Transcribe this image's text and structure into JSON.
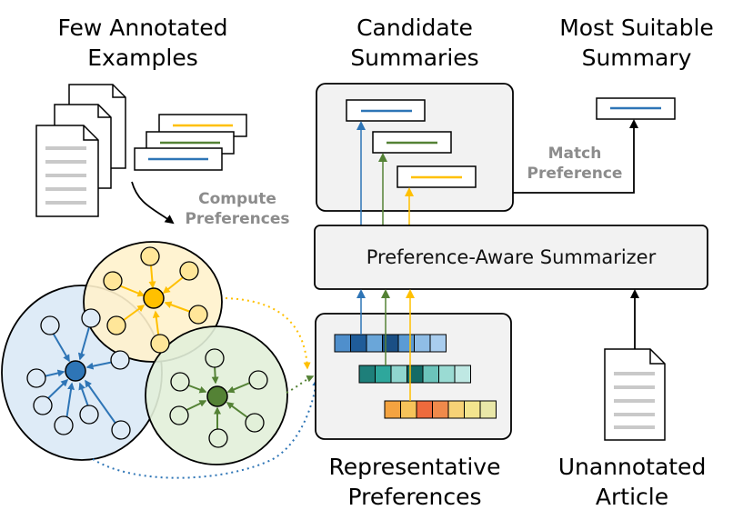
{
  "labels": {
    "few_annotated_1": "Few Annotated",
    "few_annotated_2": "Examples",
    "candidate_1": "Candidate",
    "candidate_2": "Summaries",
    "most_suitable_1": "Most Suitable",
    "most_suitable_2": "Summary",
    "compute_1": "Compute",
    "compute_2": "Preferences",
    "match_1": "Match",
    "match_2": "Preference",
    "summarizer": "Preference-Aware Summarizer",
    "representative_1": "Representative",
    "representative_2": "Preferences",
    "unannotated_1": "Unannotated",
    "unannotated_2": "Article"
  },
  "colors": {
    "blue": "#2e75b6",
    "green": "#548235",
    "yellow": "#ffc000",
    "gray_text": "#8c8c8c",
    "box_fill": "#f2f2f2",
    "blue_cluster_fill": "#deebf7",
    "yellow_cluster_fill": "#fff2cc",
    "green_cluster_fill": "#e2f0d9"
  },
  "preference_bars": {
    "blue": [
      "#4f8fcc",
      "#1f5c99",
      "#6aa6d9",
      "#1a4f85",
      "#5b9bd5",
      "#8fbde6",
      "#a9cdee"
    ],
    "teal": [
      "#1e7f7a",
      "#2ea79c",
      "#8fd6cf",
      "#146b66",
      "#6cc4bb",
      "#9adbd3",
      "#bfe8e3"
    ],
    "warm": [
      "#f4a340",
      "#f6c35a",
      "#ee6a3c",
      "#f08a4b",
      "#f7d276",
      "#f3e48e",
      "#e9e7a8"
    ]
  }
}
